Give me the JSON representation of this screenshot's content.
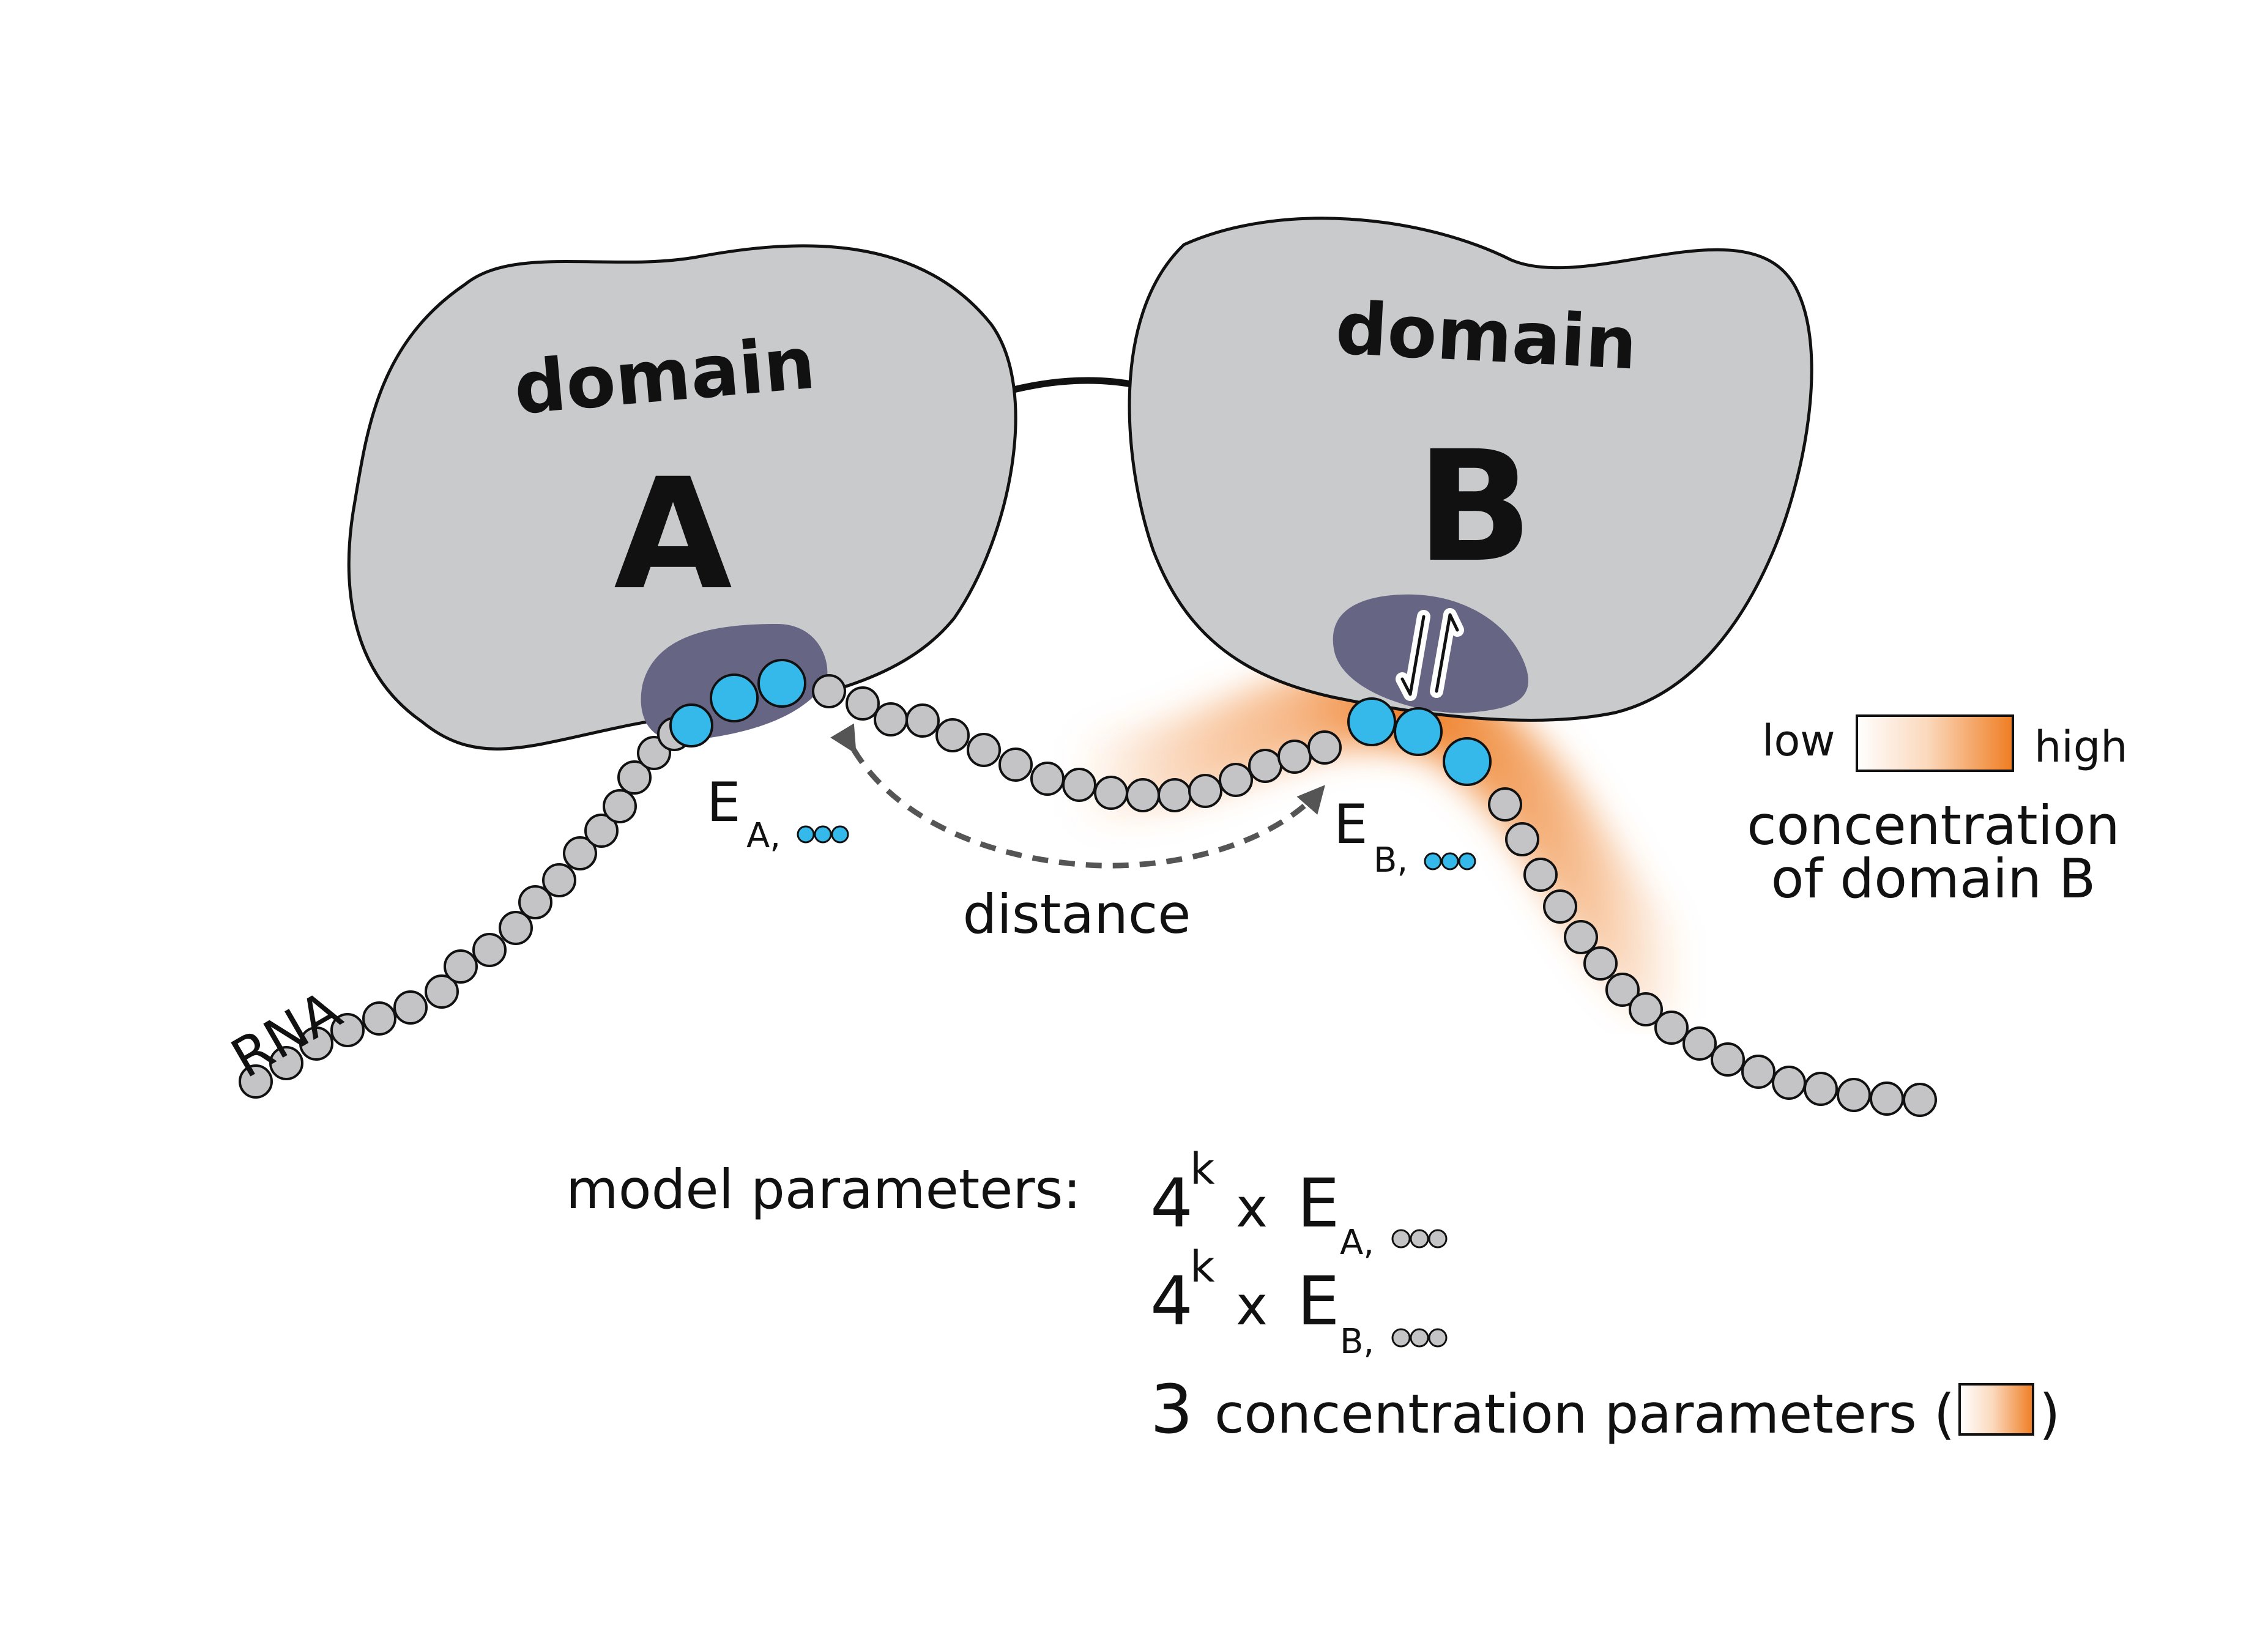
{
  "domain_a": {
    "word": "domain",
    "letter": "A"
  },
  "domain_b": {
    "word": "domain",
    "letter": "B"
  },
  "rna_label": "RNA",
  "energy_a": {
    "symbol": "E",
    "subscript": "A,"
  },
  "energy_b": {
    "symbol": "E",
    "subscript": "B,"
  },
  "distance_label": "distance",
  "legend": {
    "low": "low",
    "high": "high",
    "title_line1": "concentration",
    "title_line2": "of domain B"
  },
  "params": {
    "heading": "model parameters:",
    "row1": {
      "base": "4",
      "exp": "k",
      "times": "x",
      "symbol": "E",
      "subscript": "A,"
    },
    "row2": {
      "base": "4",
      "exp": "k",
      "times": "x",
      "symbol": "E",
      "subscript": "B,"
    },
    "row3": {
      "count": "3",
      "text": "concentration parameters (",
      "close": ")"
    }
  },
  "colors": {
    "domain_fill": "#c9cacc",
    "binding_pocket": "#676584",
    "nucleotide": "#c4c4c6",
    "bound_nucleotide": "#35b9ea",
    "concentration_high": "#ef7d22",
    "concentration_low": "#ffffff",
    "arrow": "#555555"
  }
}
